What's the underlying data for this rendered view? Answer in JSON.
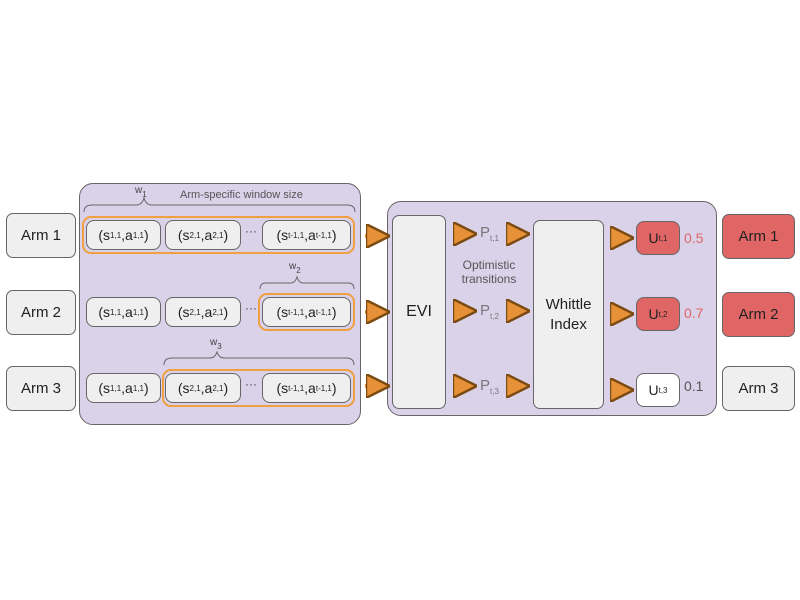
{
  "left_arms": [
    "Arm 1",
    "Arm 2",
    "Arm 3"
  ],
  "right_arms": [
    "Arm 1",
    "Arm 2",
    "Arm 3"
  ],
  "window_caption": "Arm-specific window size",
  "window_labels": [
    {
      "main": "w",
      "sub": "1"
    },
    {
      "main": "w",
      "sub": "2"
    },
    {
      "main": "w",
      "sub": "3"
    }
  ],
  "rows": [
    {
      "t1": {
        "s": "1,1",
        "a": "1,1"
      },
      "t2": {
        "s": "2,1",
        "a": "2,1"
      },
      "t3": {
        "s": "t-1,1",
        "a": "t-1,1"
      }
    },
    {
      "t1": {
        "s": "1,1",
        "a": "1,1"
      },
      "t2": {
        "s": "2,1",
        "a": "2,1"
      },
      "t3": {
        "s": "t-1,1",
        "a": "t-1,1"
      }
    },
    {
      "t1": {
        "s": "1,1",
        "a": "1,1"
      },
      "t2": {
        "s": "2,1",
        "a": "2,1"
      },
      "t3": {
        "s": "t-1,1",
        "a": "t-1,1"
      }
    }
  ],
  "ellipsis": "···",
  "evi_label": "EVI",
  "transitions_caption": "Optimistic transitions",
  "p_labels": [
    {
      "main": "P",
      "sub": "t,1"
    },
    {
      "main": "P",
      "sub": "t,2"
    },
    {
      "main": "P",
      "sub": "t,3"
    }
  ],
  "whittle_label": "Whittle Index",
  "u_labels": [
    {
      "main": "U",
      "sub": "t,1"
    },
    {
      "main": "U",
      "sub": "t,2"
    },
    {
      "main": "U",
      "sub": "t,3"
    }
  ],
  "scores": [
    "0.5",
    "0.7",
    "0.1"
  ],
  "colors": {
    "panel": "#d9d2e9",
    "box": "#efefef",
    "highlight": "#e06666",
    "arrow": "#e69138",
    "window_outline": "#f0a040"
  }
}
